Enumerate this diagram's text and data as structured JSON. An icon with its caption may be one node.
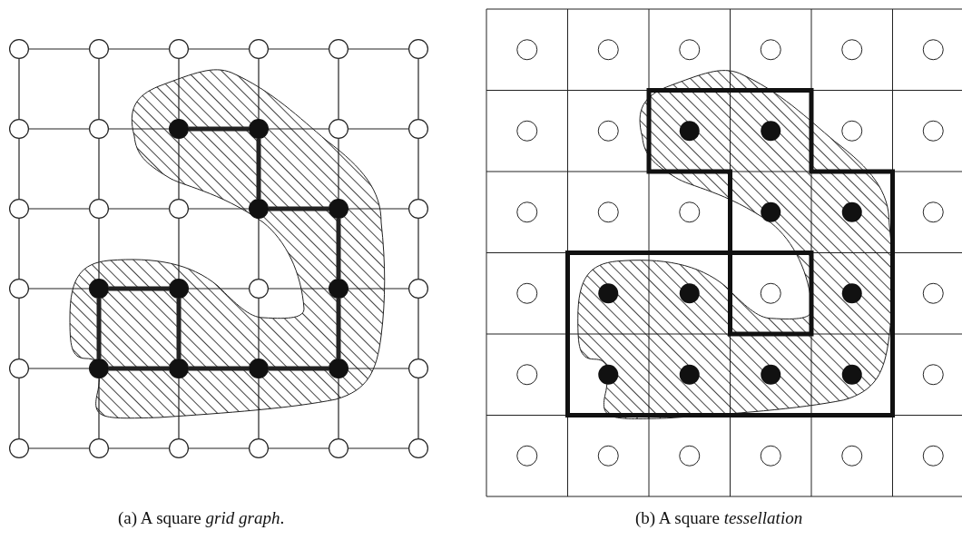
{
  "diagram": {
    "nodes": [
      {
        "text": [],
        "shape": "circle"
      },
      {
        "text": [],
        "shape": "circle"
      },
      {
        "text": [],
        "shape": "circle"
      },
      {
        "text": [],
        "shape": "circle"
      },
      {
        "text": [],
        "shape": "circle"
      },
      {
        "text": [],
        "shape": "circle"
      },
      {
        "text": [],
        "shape": "circle"
      },
      {
        "text": [],
        "shape": "circle"
      },
      {
        "text": [],
        "shape": "dot"
      },
      {
        "text": [],
        "shape": "dot"
      },
      {
        "text": [],
        "shape": "circle"
      },
      {
        "text": [],
        "shape": "circle"
      },
      {
        "text": [],
        "shape": "circle"
      },
      {
        "text": [],
        "shape": "circle"
      },
      {
        "text": [],
        "shape": "circle"
      },
      {
        "text": [],
        "shape": "dot"
      },
      {
        "text": [],
        "shape": "dot"
      },
      {
        "text": [],
        "shape": "circle"
      },
      {
        "text": [],
        "shape": "circle"
      },
      {
        "text": [],
        "shape": "dot"
      },
      {
        "text": [],
        "shape": "dot"
      },
      {
        "text": [],
        "shape": "circle"
      },
      {
        "text": [],
        "shape": "dot"
      },
      {
        "text": [],
        "shape": "circle"
      },
      {
        "text": [],
        "shape": "circle"
      },
      {
        "text": [],
        "shape": "dot"
      },
      {
        "text": [],
        "shape": "dot"
      },
      {
        "text": [],
        "shape": "dot"
      },
      {
        "text": [],
        "shape": "dot"
      },
      {
        "text": [],
        "shape": "circle"
      },
      {
        "text": [],
        "shape": "circle"
      },
      {
        "text": [],
        "shape": "circle"
      },
      {
        "text": [],
        "shape": "circle"
      },
      {
        "text": [],
        "shape": "circle"
      },
      {
        "text": [],
        "shape": "circle"
      },
      {
        "text": [],
        "shape": "circle"
      }
    ],
    "edges": [
      {
        "from": 0,
        "to": 1,
        "arrow": "none"
      },
      {
        "from": 1,
        "to": 2,
        "arrow": "none"
      },
      {
        "from": 2,
        "to": 3,
        "arrow": "none"
      },
      {
        "from": 3,
        "to": 4,
        "arrow": "none"
      },
      {
        "from": 4,
        "to": 5,
        "arrow": "none"
      },
      {
        "from": 6,
        "to": 7,
        "arrow": "none"
      },
      {
        "from": 7,
        "to": 8,
        "arrow": "none"
      },
      {
        "from": 8,
        "to": 9,
        "arrow": "none",
        "style": "thick"
      },
      {
        "from": 9,
        "to": 10,
        "arrow": "none"
      },
      {
        "from": 10,
        "to": 11,
        "arrow": "none"
      },
      {
        "from": 12,
        "to": 13,
        "arrow": "none"
      },
      {
        "from": 13,
        "to": 14,
        "arrow": "none"
      },
      {
        "from": 14,
        "to": 15,
        "arrow": "none"
      },
      {
        "from": 15,
        "to": 16,
        "arrow": "none",
        "style": "thick"
      },
      {
        "from": 16,
        "to": 17,
        "arrow": "none"
      },
      {
        "from": 18,
        "to": 19,
        "arrow": "none"
      },
      {
        "from": 19,
        "to": 20,
        "arrow": "none",
        "style": "thick"
      },
      {
        "from": 20,
        "to": 21,
        "arrow": "none"
      },
      {
        "from": 21,
        "to": 22,
        "arrow": "none"
      },
      {
        "from": 22,
        "to": 23,
        "arrow": "none"
      },
      {
        "from": 24,
        "to": 25,
        "arrow": "none"
      },
      {
        "from": 25,
        "to": 26,
        "arrow": "none",
        "style": "thick"
      },
      {
        "from": 26,
        "to": 27,
        "arrow": "none",
        "style": "thick"
      },
      {
        "from": 27,
        "to": 28,
        "arrow": "none",
        "style": "thick"
      },
      {
        "from": 28,
        "to": 29,
        "arrow": "none"
      },
      {
        "from": 30,
        "to": 31,
        "arrow": "none"
      },
      {
        "from": 31,
        "to": 32,
        "arrow": "none"
      },
      {
        "from": 32,
        "to": 33,
        "arrow": "none"
      },
      {
        "from": 33,
        "to": 34,
        "arrow": "none"
      },
      {
        "from": 34,
        "to": 35,
        "arrow": "none"
      },
      {
        "from": 0,
        "to": 6,
        "arrow": "none"
      },
      {
        "from": 1,
        "to": 7,
        "arrow": "none"
      },
      {
        "from": 2,
        "to": 8,
        "arrow": "none"
      },
      {
        "from": 3,
        "to": 9,
        "arrow": "none"
      },
      {
        "from": 4,
        "to": 10,
        "arrow": "none"
      },
      {
        "from": 5,
        "to": 11,
        "arrow": "none"
      },
      {
        "from": 6,
        "to": 12,
        "arrow": "none"
      },
      {
        "from": 7,
        "to": 13,
        "arrow": "none"
      },
      {
        "from": 8,
        "to": 14,
        "arrow": "none"
      },
      {
        "from": 9,
        "to": 15,
        "arrow": "none",
        "style": "thick"
      },
      {
        "from": 10,
        "to": 16,
        "arrow": "none"
      },
      {
        "from": 11,
        "to": 17,
        "arrow": "none"
      },
      {
        "from": 12,
        "to": 18,
        "arrow": "none"
      },
      {
        "from": 13,
        "to": 19,
        "arrow": "none"
      },
      {
        "from": 14,
        "to": 20,
        "arrow": "none"
      },
      {
        "from": 15,
        "to": 21,
        "arrow": "none"
      },
      {
        "from": 16,
        "to": 22,
        "arrow": "none",
        "style": "thick"
      },
      {
        "from": 17,
        "to": 23,
        "arrow": "none"
      },
      {
        "from": 18,
        "to": 24,
        "arrow": "none"
      },
      {
        "from": 19,
        "to": 25,
        "arrow": "none",
        "style": "thick"
      },
      {
        "from": 20,
        "to": 26,
        "arrow": "none",
        "style": "thick"
      },
      {
        "from": 21,
        "to": 27,
        "arrow": "none"
      },
      {
        "from": 22,
        "to": 28,
        "arrow": "none",
        "style": "thick"
      },
      {
        "from": 23,
        "to": 29,
        "arrow": "none"
      },
      {
        "from": 24,
        "to": 30,
        "arrow": "none"
      },
      {
        "from": 25,
        "to": 31,
        "arrow": "none"
      },
      {
        "from": 26,
        "to": 32,
        "arrow": "none"
      },
      {
        "from": 27,
        "to": 33,
        "arrow": "none"
      },
      {
        "from": 28,
        "to": 34,
        "arrow": "none"
      },
      {
        "from": 29,
        "to": 35,
        "arrow": "none"
      }
    ],
    "labels": [
      "(a) A square *grid graph*.",
      "(b) A square *tessellation*"
    ]
  }
}
